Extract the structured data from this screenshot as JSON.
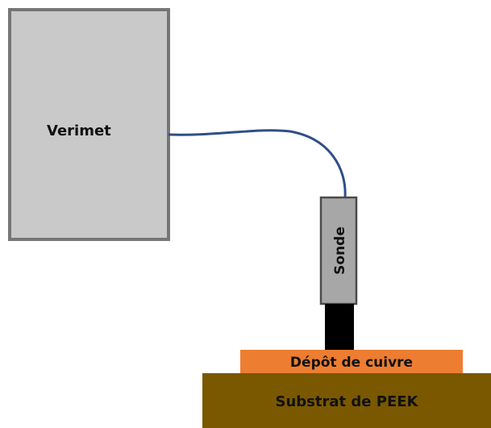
{
  "labels": {
    "meter": "Verimet",
    "probe": "Sonde",
    "coating": "Dépôt de cuivre",
    "substrate": "Substrat de PEEK"
  },
  "colors": {
    "meter_fill": "#c9c9c9",
    "meter_border": "#767676",
    "cable": "#2f4f86",
    "probe_fill": "#a7a7a7",
    "probe_border": "#4a4a4a",
    "probe_tip": "#000000",
    "coating_fill": "#ed7d31",
    "substrate_fill": "#7a5800"
  }
}
